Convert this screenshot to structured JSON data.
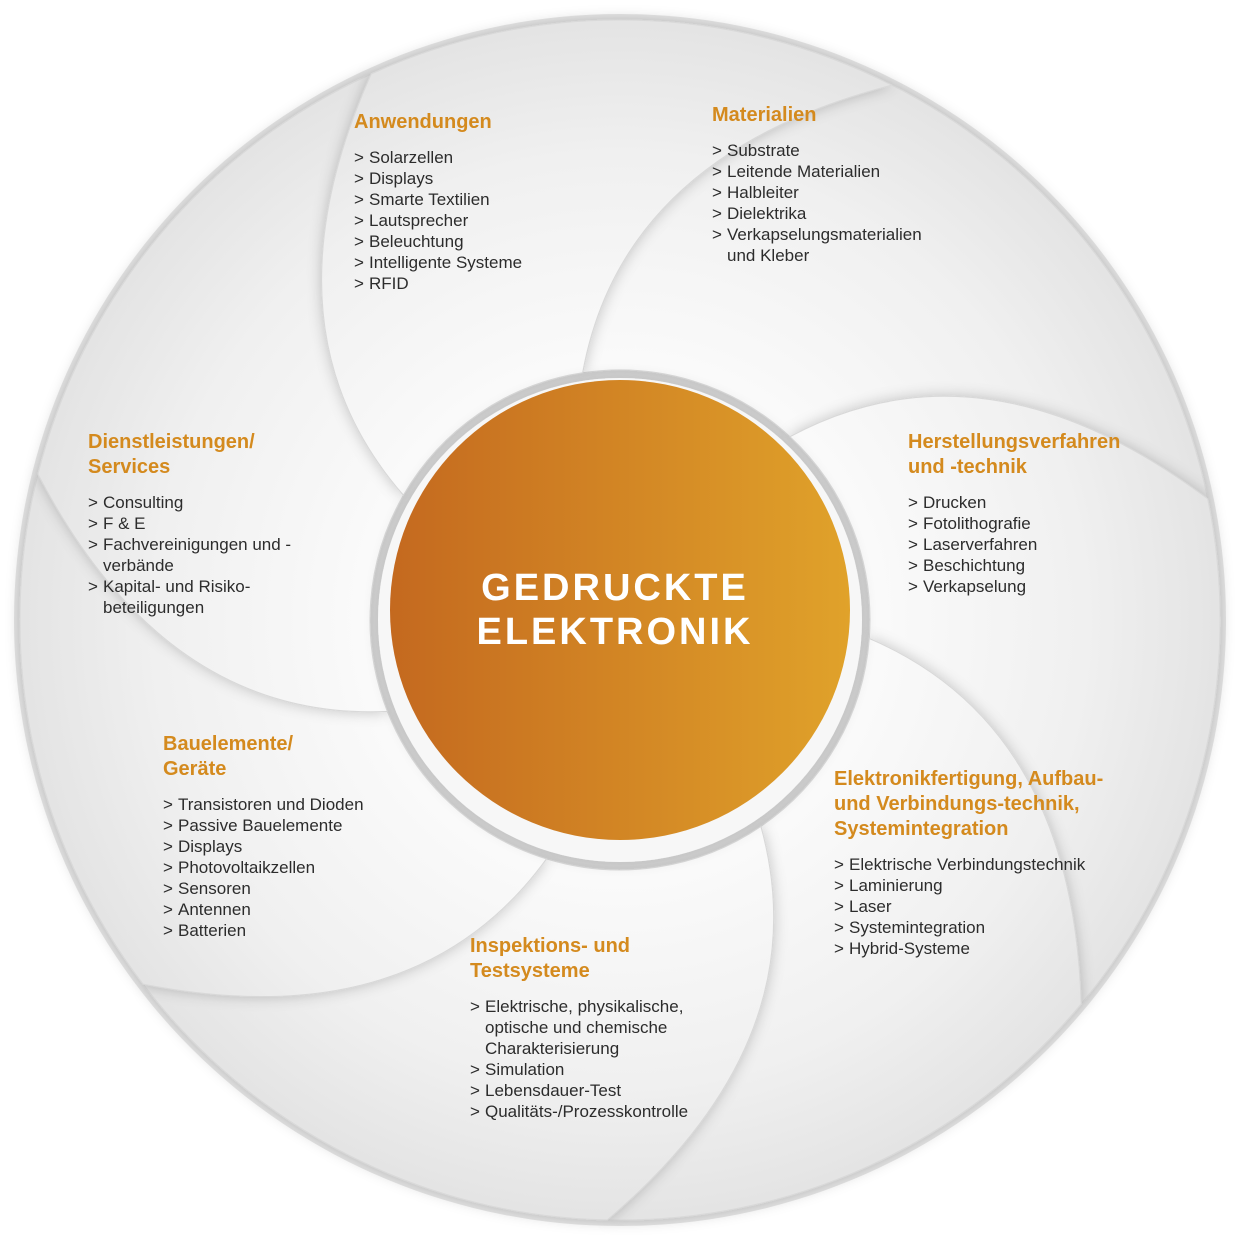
{
  "center": {
    "line1": "GEDRUCKTE",
    "line2": "ELEKTRONIK"
  },
  "colors": {
    "accent": "#d48a1e",
    "center_gradient_start": "#c4691f",
    "center_gradient_end": "#e0a22a",
    "segment_fill": "#efefef",
    "text": "#333333"
  },
  "segments": [
    {
      "title": "Anwendungen",
      "items": [
        "Solarzellen",
        "Displays",
        "Smarte Textilien",
        "Lautsprecher",
        "Beleuchtung",
        "Intelligente Systeme",
        "RFID"
      ]
    },
    {
      "title": "Materialien",
      "items": [
        "Substrate",
        "Leitende Materialien",
        "Halbleiter",
        "Dielektrika",
        "Verkapselungsmaterialien und Kleber"
      ]
    },
    {
      "title": "Herstellungsverfahren und -technik",
      "items": [
        "Drucken",
        "Fotolithografie",
        "Laserverfahren",
        "Beschichtung",
        "Verkapselung"
      ]
    },
    {
      "title": "Elektronikfertigung, Aufbau- und Verbindungs-technik, Systemintegration",
      "items": [
        "Elektrische Verbindungstechnik",
        "Laminierung",
        "Laser",
        "Systemintegration",
        "Hybrid-Systeme"
      ]
    },
    {
      "title": "Inspektions- und Testsysteme",
      "items": [
        "Elektrische, physikalische, optische und chemische Charakterisierung",
        "Simulation",
        "Lebensdauer-Test",
        "Qualitäts-/Prozesskontrolle"
      ]
    },
    {
      "title": "Bauelemente/ Geräte",
      "items": [
        "Transistoren und Dioden",
        "Passive Bauelemente",
        "Displays",
        "Photovoltaikzellen",
        "Sensoren",
        "Antennen",
        "Batterien"
      ]
    },
    {
      "title": "Dienstleistungen/ Services",
      "items": [
        "Consulting",
        "F & E",
        "Fachvereinigungen und -verbände",
        "Kapital- und Risiko-beteiligungen"
      ]
    }
  ]
}
